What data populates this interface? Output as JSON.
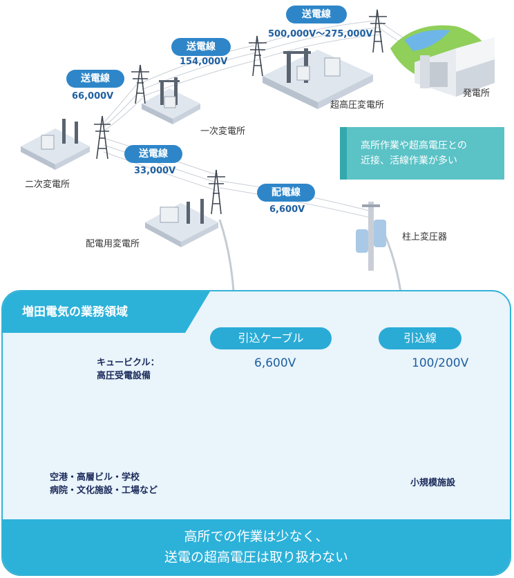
{
  "lines": [
    {
      "label": "送電線",
      "voltage": "500,000V〜275,000V"
    },
    {
      "label": "送電線",
      "voltage": "154,000V"
    },
    {
      "label": "送電線",
      "voltage": "66,000V"
    },
    {
      "label": "送電線",
      "voltage": "33,000V"
    },
    {
      "label": "配電線",
      "voltage": "6,600V"
    }
  ],
  "facilities": {
    "power_plant": "発電所",
    "ultra_high_substation": "超高圧変電所",
    "primary_substation": "一次変電所",
    "secondary_substation": "二次変電所",
    "distribution_substation": "配電用変電所",
    "pole_transformer": "柱上変圧器"
  },
  "note": {
    "line1": "高所作業や超高電圧との",
    "line2": "近接、活線作業が多い"
  },
  "scope": {
    "title": "増田電気の業務領域",
    "cable_label": "引込ケーブル",
    "cable_voltage": "6,600V",
    "service_label": "引込線",
    "service_voltage": "100/200V",
    "cubicle_line1": "キュービクル：",
    "cubicle_line2": "高圧受電設備",
    "large_line1": "空港・高層ビル・学校",
    "large_line2": "病院・文化施設・工場など",
    "small_facility": "小規模施設",
    "footer_line1": "高所での作業は少なく、",
    "footer_line2": "送電の超高電圧は取り扱わない"
  },
  "colors": {
    "line_pill": "#2e86c9",
    "scope_accent": "#2cb1d9",
    "note_bg": "#5bc2c6",
    "voltage_text": "#1f5fa0"
  }
}
